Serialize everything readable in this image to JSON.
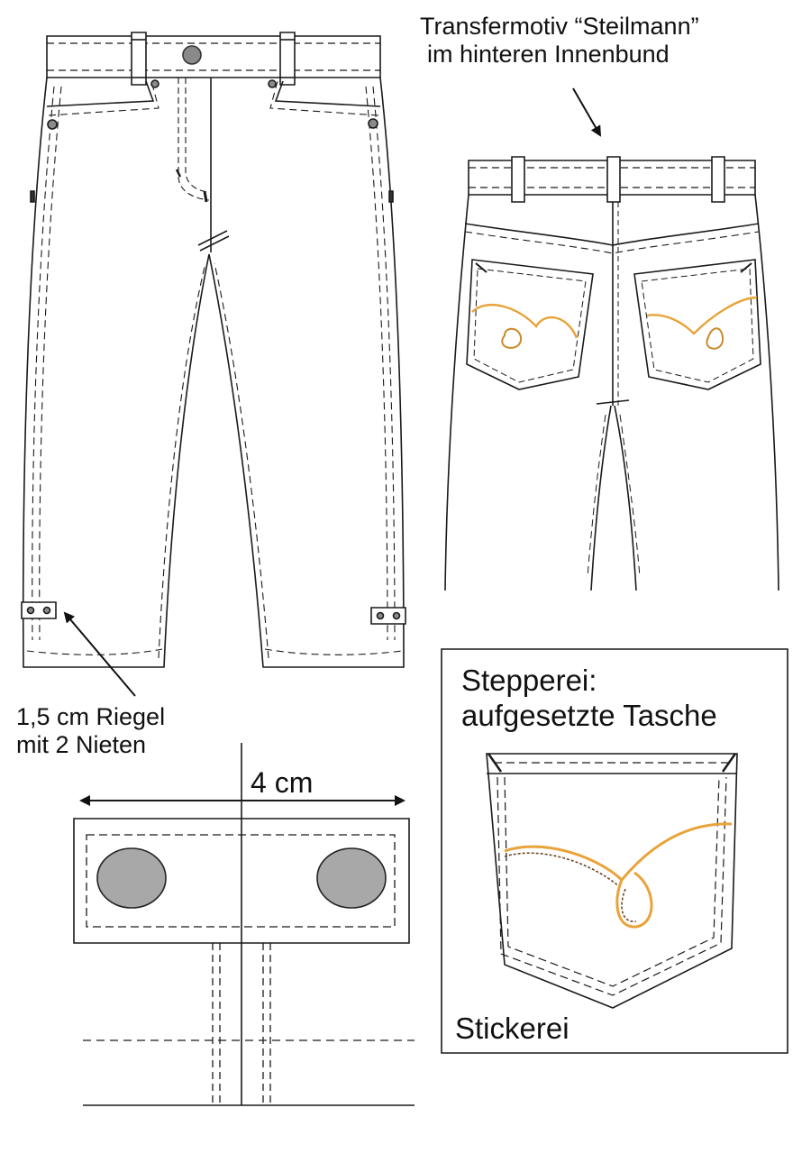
{
  "annotations": {
    "transfer_line1": "Transfermotiv “Steilmann”",
    "transfer_line2": "im hinteren Innenbund",
    "riegel_line1": "1,5 cm Riegel",
    "riegel_line2": "mit 2 Nieten",
    "dimension": "4 cm",
    "box_title_line1": "Stepperei:",
    "box_title_line2": "aufgesetzte Tasche",
    "embroidery": "Stickerei"
  },
  "colors": {
    "line": "#1a1a1a",
    "rivet_fill": "#a8a8a8",
    "embroidery_gold": "#e8a33a",
    "embroidery_dark": "#6b4a2a"
  },
  "icons": [
    "rivet-icon",
    "button-icon",
    "arrow-icon"
  ]
}
